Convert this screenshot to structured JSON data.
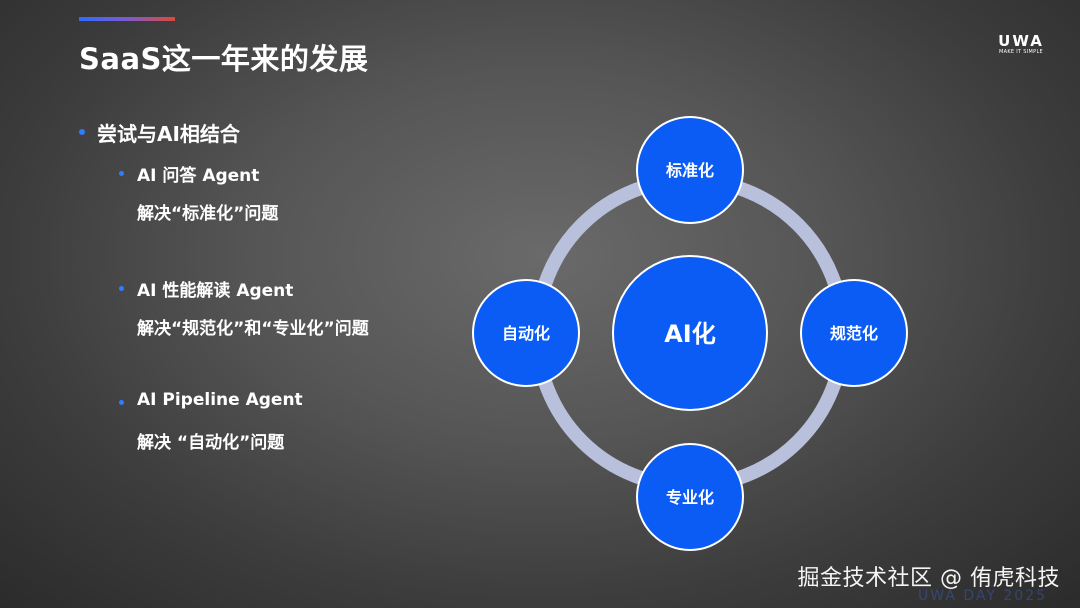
{
  "slide": {
    "title": "SaaS这一年来的发展",
    "logo": {
      "word": "UWA",
      "tagline": "MAKE IT SIMPLE"
    },
    "bullets": {
      "main": "尝试与AI相结合",
      "items": [
        {
          "title": "AI 问答 Agent",
          "detail": "解决“标准化”问题"
        },
        {
          "title": "AI 性能解读 Agent",
          "detail": "解决“规范化”和“专业化”问题"
        },
        {
          "title": "AI Pipeline Agent",
          "detail": "解决 “自动化”问题"
        }
      ]
    },
    "diagram": {
      "center": "AI化",
      "top": "标准化",
      "right": "规范化",
      "bottom": "专业化",
      "left": "自动化"
    },
    "footer_faded": "UWA DAY 2025",
    "watermark": "掘金技术社区 @ 侑虎科技"
  },
  "colors": {
    "node_blue": "#0a5cf5",
    "ring": "#b9c0dc",
    "bullet_dot": "#2f7dff"
  }
}
